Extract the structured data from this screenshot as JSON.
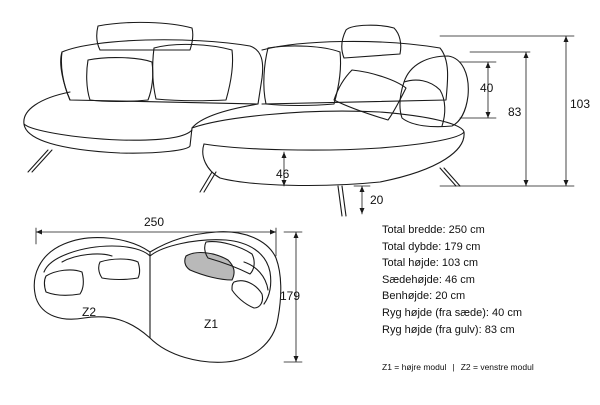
{
  "dimensions": {
    "width_label": "250",
    "depth_label": "179",
    "total_height_label": "103",
    "seat_back_label": "83",
    "back_height_label": "40",
    "seat_height_label": "46",
    "leg_height_label": "20"
  },
  "plan": {
    "z2_label": "Z2",
    "z1_label": "Z1"
  },
  "specs": [
    "Total bredde: 250 cm",
    "Total dybde: 179 cm",
    "Total højde: 103 cm",
    "Sædehøjde: 46 cm",
    "Benhøjde: 20 cm",
    "Ryg højde (fra sæde): 40 cm",
    "Ryg højde (fra gulv): 83 cm"
  ],
  "legend": {
    "z1": "Z1 = højre modul",
    "separator": "|",
    "z2": "Z2 = venstre modul"
  },
  "colors": {
    "line": "#1a1a1a",
    "highlight_cushion": "#b9b9b9"
  }
}
